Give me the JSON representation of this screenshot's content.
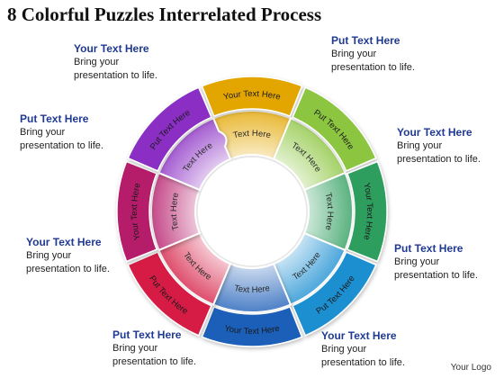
{
  "title": "8 Colorful Puzzles Interrelated Process",
  "logo": "Your Logo",
  "segments": [
    {
      "color": "#e3a600",
      "inner_label": "Text Here",
      "outer_label": "Your Text Here"
    },
    {
      "color": "#8cc63f",
      "inner_label": "Text Here",
      "outer_label": "Put Text Here"
    },
    {
      "color": "#2e9e5e",
      "inner_label": "Text Here",
      "outer_label": "Your Text Here"
    },
    {
      "color": "#1c8fd1",
      "inner_label": "Text Here",
      "outer_label": "Put Text Here"
    },
    {
      "color": "#1f5fb8",
      "inner_label": "Text Here",
      "outer_label": "Your Text Here"
    },
    {
      "color": "#d61f45",
      "inner_label": "Text Here",
      "outer_label": "Put Text Here"
    },
    {
      "color": "#b51a6a",
      "inner_label": "Text Here",
      "outer_label": "Your Text Here"
    },
    {
      "color": "#8b2fc4",
      "inner_label": "Text Here",
      "outer_label": "Put Text Here"
    }
  ],
  "callouts": [
    {
      "head": "Your Text Here",
      "line1": "Bring your",
      "line2": "presentation to life."
    },
    {
      "head": "Put Text Here",
      "line1": "Bring your",
      "line2": "presentation to life."
    },
    {
      "head": "Put Text Here",
      "line1": "Bring your",
      "line2": "presentation to life."
    },
    {
      "head": "Your Text Here",
      "line1": "Bring your",
      "line2": "presentation to life."
    },
    {
      "head": "Your Text Here",
      "line1": "Bring your",
      "line2": "presentation to life."
    },
    {
      "head": "Put Text Here",
      "line1": "Bring your",
      "line2": "presentation to life."
    },
    {
      "head": "Put Text Here",
      "line1": "Bring your",
      "line2": "presentation to life."
    },
    {
      "head": "Your Text Here",
      "line1": "Bring your",
      "line2": "presentation to life."
    }
  ]
}
